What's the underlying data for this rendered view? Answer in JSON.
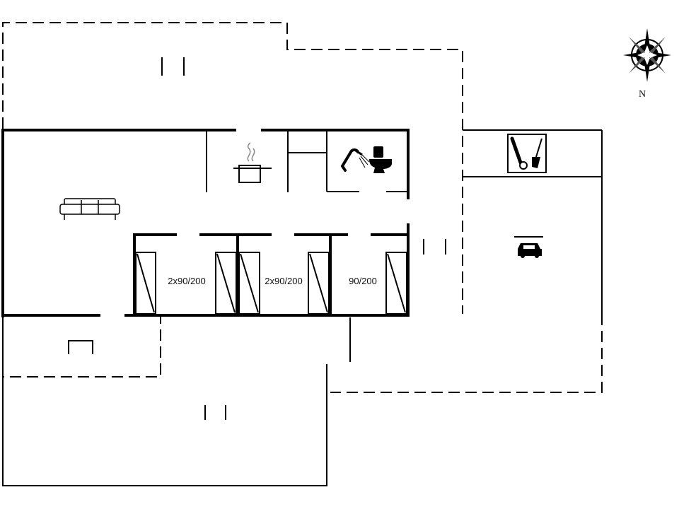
{
  "compass": {
    "north_label": "N"
  },
  "rooms": {
    "bedroom_1": {
      "label": "2x90/200"
    },
    "bedroom_2": {
      "label": "2x90/200"
    },
    "bedroom_3": {
      "label": "90/200"
    }
  },
  "icons": {
    "living": "sofa-icon",
    "kitchen": "cooking-pot-icon",
    "bathroom_shower": "shower-icon",
    "bathroom_toilet": "toilet-icon",
    "utility": "vacuum-broom-icon",
    "garage": "car-icon",
    "compass": "compass-rose-icon"
  }
}
